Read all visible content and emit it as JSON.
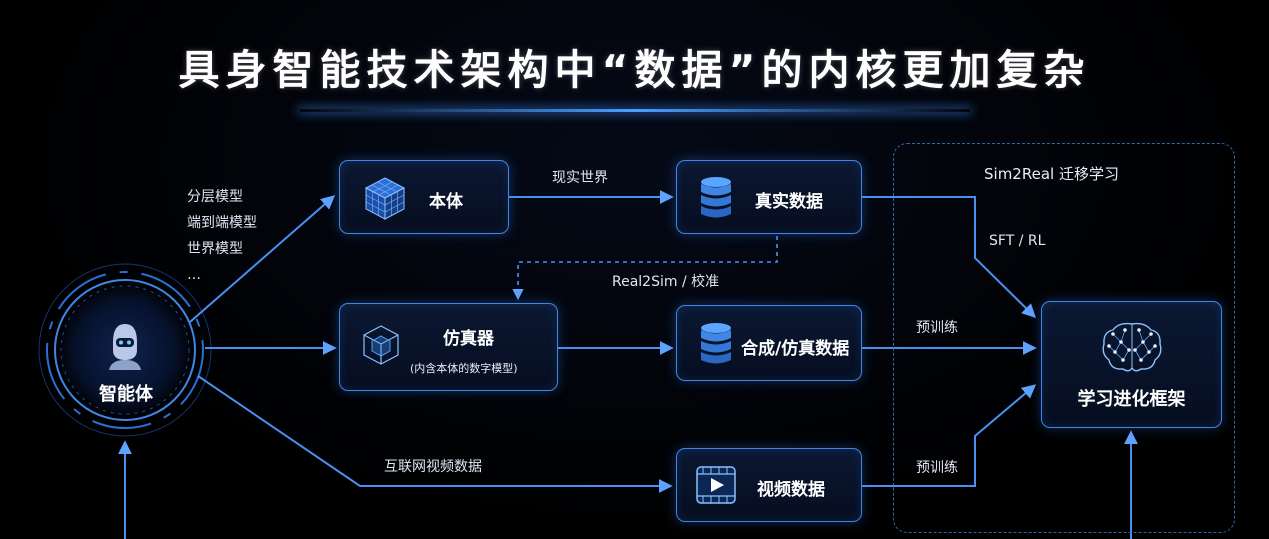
{
  "title": "具身智能技术架构中“数据”的内核更加复杂",
  "agent": {
    "label": "智能体"
  },
  "model_types": [
    "分层模型",
    "端到端模型",
    "世界模型",
    "…"
  ],
  "nodes": {
    "ontology": {
      "label": "本体"
    },
    "simulator": {
      "label": "仿真器",
      "sublabel": "(内含本体的数字模型)"
    },
    "real_data": {
      "label": "真实数据"
    },
    "synthetic_data": {
      "label": "合成/仿真数据"
    },
    "video_data": {
      "label": "视频数据"
    },
    "learning": {
      "label": "学习进化框架"
    }
  },
  "edges": {
    "real_world": "现实世界",
    "real2sim": "Real2Sim / 校准",
    "internet_video": "互联网视频数据",
    "sft_rl": "SFT / RL",
    "pretrain_1": "预训练",
    "pretrain_2": "预训练"
  },
  "group": {
    "title": "Sim2Real 迁移学习"
  },
  "colors": {
    "background": "#000000",
    "accent": "#3f86e6",
    "glow": "#4aa0ff"
  },
  "icons": {
    "agent": "robot-head-icon",
    "ontology": "cube-grid-icon",
    "simulator": "wireframe-cube-icon",
    "real_data": "database-icon",
    "synthetic_data": "database-icon",
    "video_data": "video-play-icon",
    "learning": "brain-network-icon"
  }
}
